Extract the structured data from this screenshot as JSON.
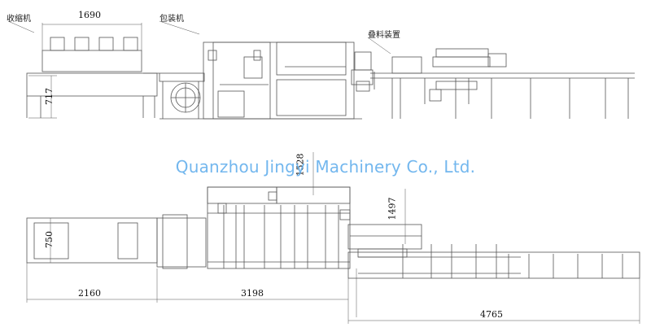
{
  "labels": {
    "shrink_machine": "收缩机",
    "packing_machine": "包装机",
    "stacking_device": "叠料装置"
  },
  "dimensions": {
    "top_length": "1690",
    "top_height": "717",
    "plan_width": "750",
    "plan_height_a": "1528",
    "plan_height_b": "1497",
    "len_a": "2160",
    "len_b": "3198",
    "len_c": "4765"
  },
  "watermark": "Quanzhou Jingyi Machinery Co., Ltd.",
  "colors": {
    "line": "#444444",
    "watermark": "#5aaaeb"
  }
}
